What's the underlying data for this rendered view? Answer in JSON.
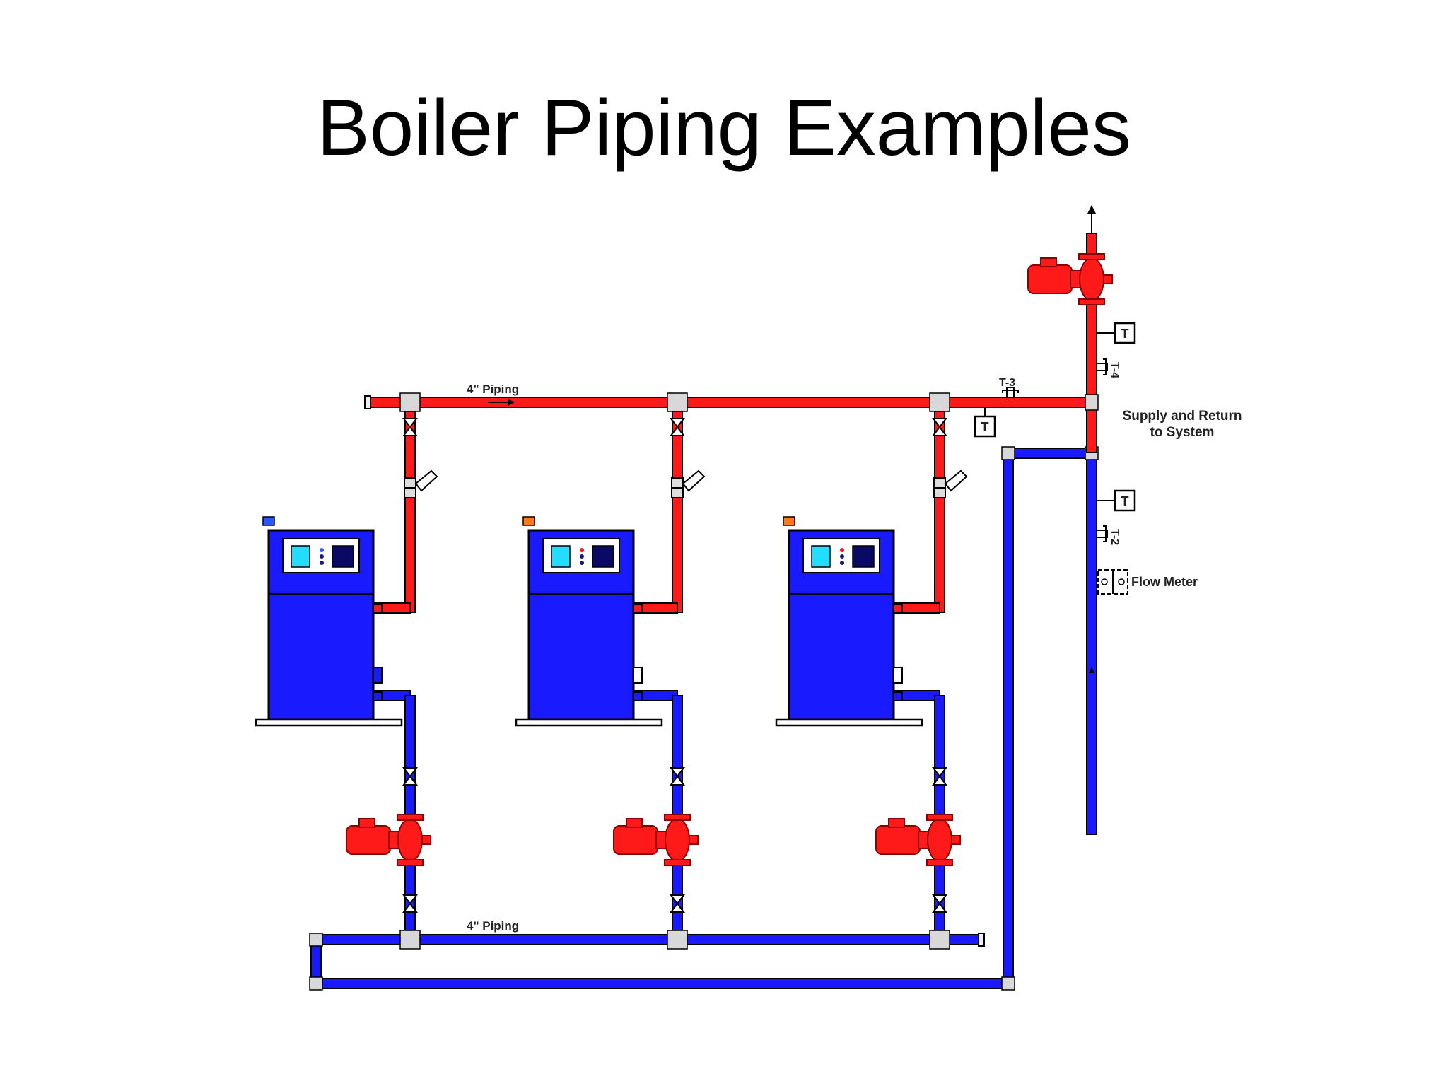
{
  "slide": {
    "title": "Boiler Piping Examples"
  },
  "diagram": {
    "supply_pipe_label": "4\" Piping",
    "return_pipe_label": "4\" Piping",
    "supply_return_label_line1": "Supply and Return",
    "supply_return_label_line2": "to System",
    "flow_meter_label": "Flow Meter",
    "sensor_t3_label": "T-3",
    "sensor_t4_label": "T-4",
    "sensor_t2_label": "T-2",
    "thermometer_letter": "T",
    "colors": {
      "supply": "#ff1a1a",
      "return": "#1a1aff",
      "boiler_body": "#1a1aff",
      "boiler_outline": "#000000",
      "panel_light": "#22ddff",
      "panel_dark": "#0a0a66",
      "indicator_orange": "#ff7a1a",
      "indicator_blue": "#2a55ff",
      "fitting": "#d8d8d8"
    }
  }
}
